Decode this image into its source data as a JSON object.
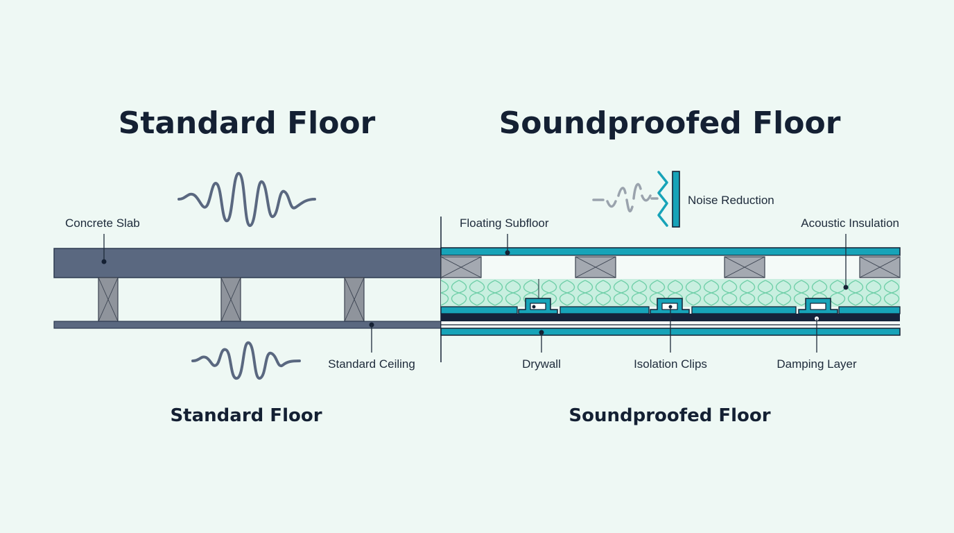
{
  "titles": {
    "left": "Standard Floor",
    "right": "Soundproofed Floor"
  },
  "captions": {
    "left": "Standard Floor",
    "right": "Soundproofed Floor"
  },
  "labels": {
    "concrete_slab": "Concrete Slab",
    "standard_ceiling": "Standard Ceiling",
    "floating_subfloor": "Floating Subfloor",
    "acoustic_insulation": "Acoustic Insulation",
    "noise_reduction": "Noise Reduction",
    "drywall": "Drywall",
    "isolation_clips": "Isolation Clips",
    "damping_layer": "Damping Layer"
  },
  "icons": {
    "loud_wave": "sound-wave-icon",
    "muted_wave": "reduced-sound-wave-icon",
    "barrier": "noise-barrier-icon"
  },
  "colors": {
    "background": "#eef8f4",
    "concrete": "#5a6880",
    "joist": "#8f949c",
    "teal": "#17a3b8",
    "insulation": "#c7eedf",
    "insulation_line": "#6fcfa8",
    "damping": "#15223a",
    "text": "#142033"
  }
}
